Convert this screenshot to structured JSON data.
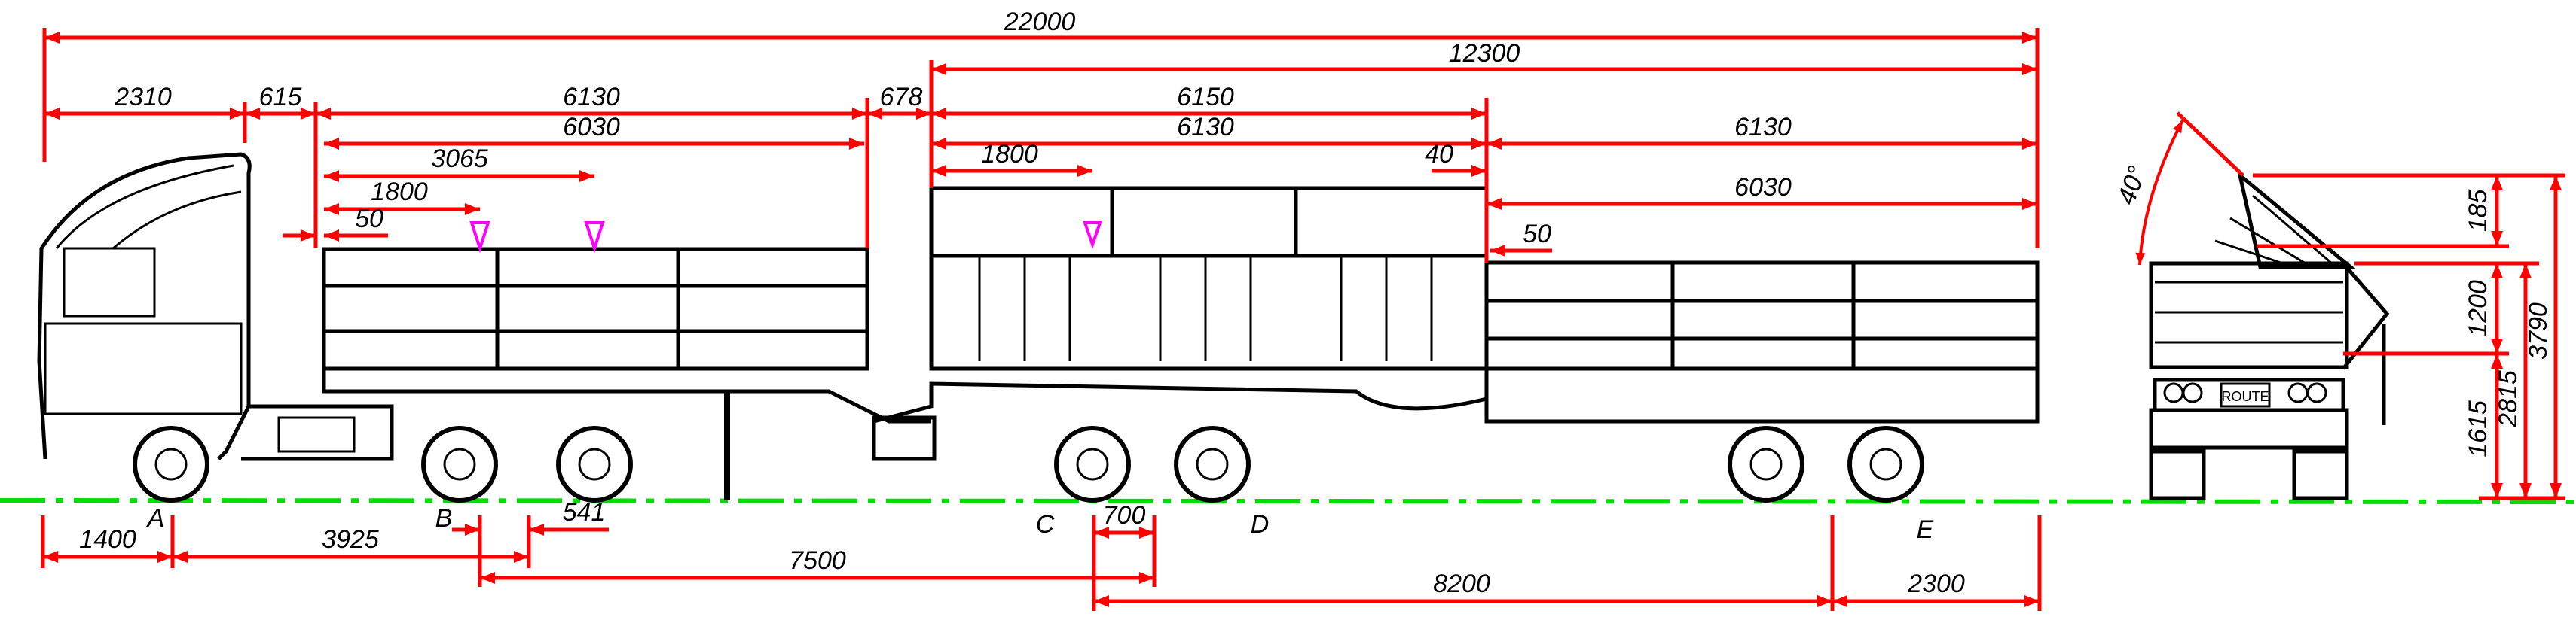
{
  "drawing": {
    "colors": {
      "dimension": "#ff0000",
      "ground": "#00dd00",
      "marker": "#ff00ff",
      "outline": "#000000"
    },
    "top_dims": {
      "overall_length": "22000",
      "trailer_length": "12300",
      "cab": "2310",
      "gap_front": "615",
      "body1_outer": "6130",
      "body1_inner": "6030",
      "body1_half": "3065",
      "body1_marker": "1800",
      "body1_offset": "50",
      "gap_mid": "678",
      "body2_outer": "6150",
      "body2_inner": "6130",
      "body2_marker": "1800",
      "body2_gap": "40",
      "body3_outer": "6130",
      "body3_inner": "6030",
      "body3_offset": "50"
    },
    "bottom_dims": {
      "front_overhang": "1400",
      "wheelbase": "3925",
      "fifth_wheel": "541",
      "kingpin_to_c": "7500",
      "c_offset": "700",
      "c_to_e": "8200",
      "rear_overhang": "2300"
    },
    "axle_labels": [
      "A",
      "B",
      "C",
      "D",
      "E"
    ],
    "rear_view": {
      "tilt_angle": "40°",
      "tilt_rise": "185",
      "side_height": "1200",
      "floor_height": "1615",
      "body_height": "2815",
      "total_height": "3790",
      "plate_text": "ROUTE"
    }
  }
}
